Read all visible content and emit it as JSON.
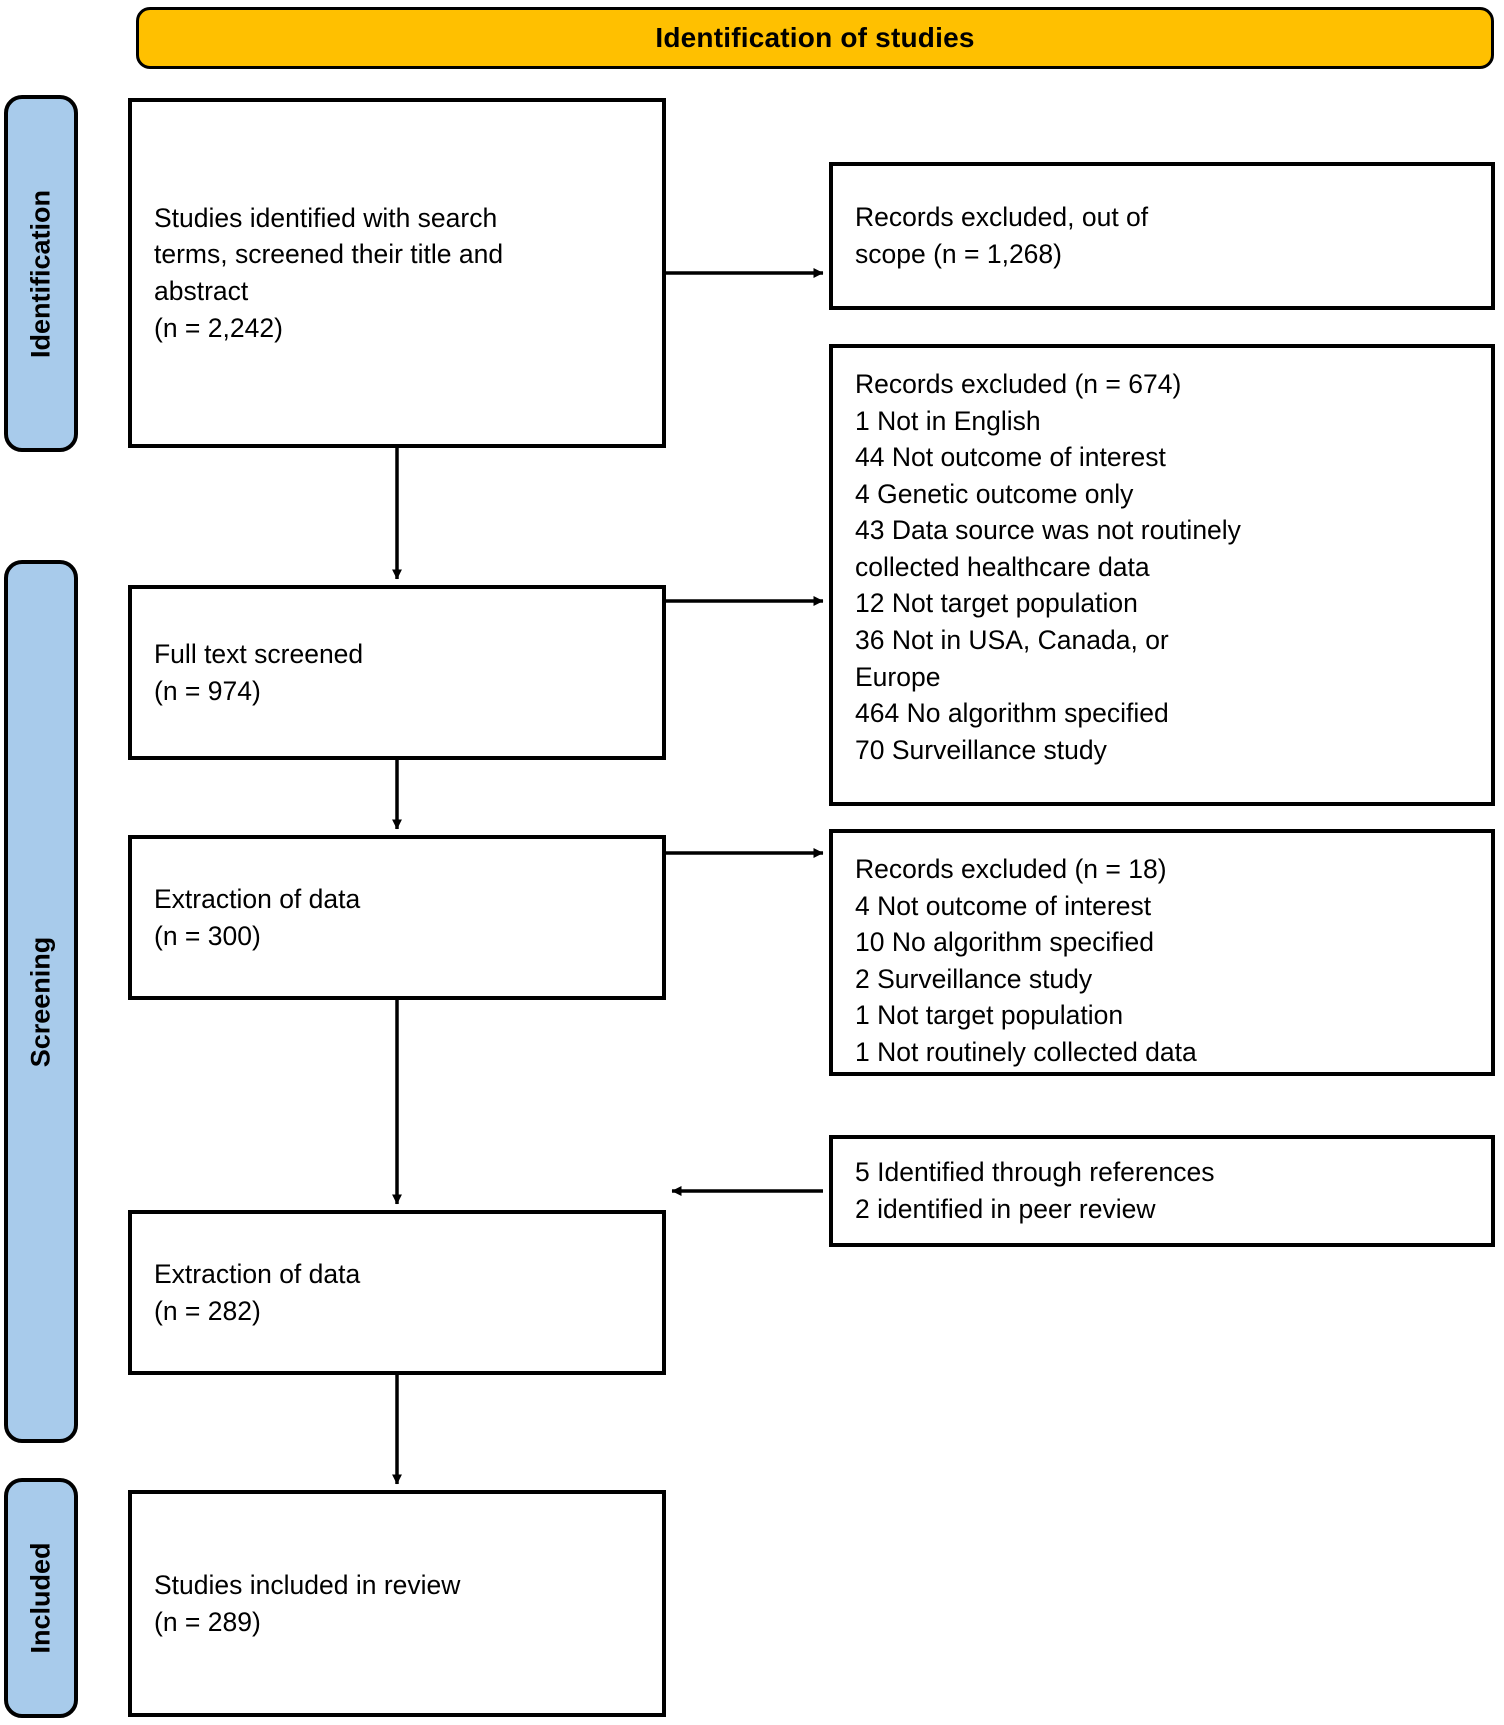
{
  "banner": {
    "title": "Identification of studies",
    "fill_color": "#FFC000",
    "border_color": "#000000"
  },
  "rails": [
    {
      "id": "identification",
      "label": "Identification",
      "fill_color": "#A8CBEB"
    },
    {
      "id": "screening",
      "label": "Screening",
      "fill_color": "#A8CBEB"
    },
    {
      "id": "included",
      "label": "Included",
      "fill_color": "#A8CBEB"
    }
  ],
  "boxes": {
    "identified": {
      "line1": "Studies identified with search",
      "line2": "terms, screened their title and",
      "line3": "abstract",
      "line4": "(n = 2,242)"
    },
    "full_text": {
      "line1": "Full text screened",
      "line2": "(n = 974)"
    },
    "extraction_300": {
      "line1": "Extraction of data",
      "line2": "(n = 300)"
    },
    "extraction_282": {
      "line1": "Extraction of data",
      "line2": "(n = 282)"
    },
    "included": {
      "line1": "Studies included in review",
      "line2": "(n = 289)"
    },
    "excluded_scope": {
      "line1": "Records excluded, out of",
      "line2": "scope (n = 1,268)"
    },
    "excluded_674": {
      "line1": "Records excluded (n = 674)",
      "line2": "1 Not in English",
      "line3": "44 Not outcome of interest",
      "line4": "4 Genetic outcome only",
      "line5": "43 Data source was not routinely",
      "line6": "collected healthcare data",
      "line7": "12 Not target population",
      "line8": "36 Not in USA, Canada, or",
      "line9": "Europe",
      "line10": "464 No algorithm specified",
      "line11": "70 Surveillance study"
    },
    "excluded_18": {
      "line1": "Records excluded (n = 18)",
      "line2": "4 Not outcome of interest",
      "line3": "10 No algorithm specified",
      "line4": "2 Surveillance study",
      "line5": "1 Not target population",
      "line6": "1 Not routinely collected data"
    },
    "references": {
      "line1": "5 Identified through references",
      "line2": "2 identified in peer review"
    }
  },
  "flow_counts": {
    "identified": 2242,
    "excluded_out_of_scope": 1268,
    "full_text_screened": 974,
    "excluded_full_text": 674,
    "extraction_first": 300,
    "excluded_extraction": 18,
    "extraction_second": 282,
    "added_from_references": 5,
    "added_from_peer_review": 2,
    "included_in_review": 289
  }
}
